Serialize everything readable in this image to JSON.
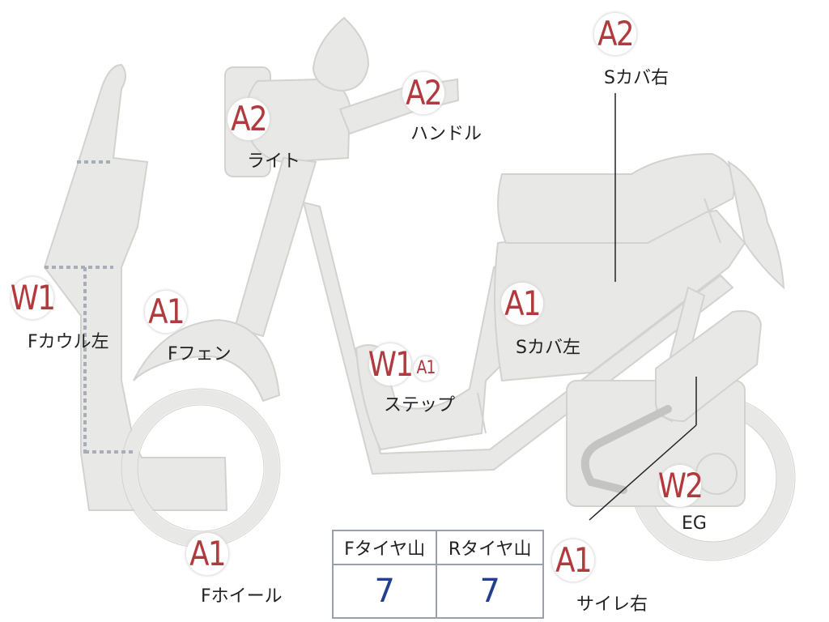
{
  "colors": {
    "body_fill": "#e8e8e6",
    "body_stroke": "#d2d2cf",
    "dotted": "#a8aeb8",
    "code_red": "#b03a3e",
    "value_blue": "#243f8f",
    "label_black": "#222222"
  },
  "markers": [
    {
      "id": "light",
      "code": "A2",
      "label": "ライト"
    },
    {
      "id": "handle",
      "code": "A2",
      "label": "ハンドル"
    },
    {
      "id": "s-cover-right",
      "code": "A2",
      "label": "Sカバ右"
    },
    {
      "id": "f-cowl-left",
      "code": "W1",
      "label": "Fカウル左"
    },
    {
      "id": "f-fender",
      "code": "A1",
      "label": "Fフェン"
    },
    {
      "id": "s-cover-left",
      "code": "A1",
      "label": "Sカバ左"
    },
    {
      "id": "step",
      "code": "W1",
      "code_secondary": "A1",
      "label": "ステップ"
    },
    {
      "id": "engine",
      "code": "W2",
      "label": "EG"
    },
    {
      "id": "f-wheel",
      "code": "A1",
      "label": "Fホイール"
    },
    {
      "id": "muffler-right",
      "code": "A1",
      "label": "サイレ右"
    }
  ],
  "tires": {
    "front_header": "Fタイヤ山",
    "rear_header": "Rタイヤ山",
    "front_value": "7",
    "rear_value": "7"
  }
}
